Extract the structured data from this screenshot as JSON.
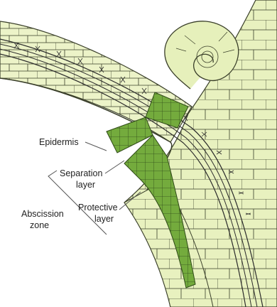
{
  "labels": {
    "epidermis": "Epidermis",
    "separation_line1": "Separation",
    "separation_line2": "layer",
    "protective_line1": "Protective",
    "protective_line2": "layer",
    "abscission_line1": "Abscission",
    "abscission_line2": "zone"
  },
  "colors": {
    "cell_light": "#ecf3c8",
    "cell_mid": "#e2edb0",
    "cell_outline": "#3a3f2a",
    "layer_green": "#6fa83a",
    "layer_green_light": "#8dbd52",
    "vascular_line": "#2b2b2b",
    "leader_line": "#555555"
  }
}
